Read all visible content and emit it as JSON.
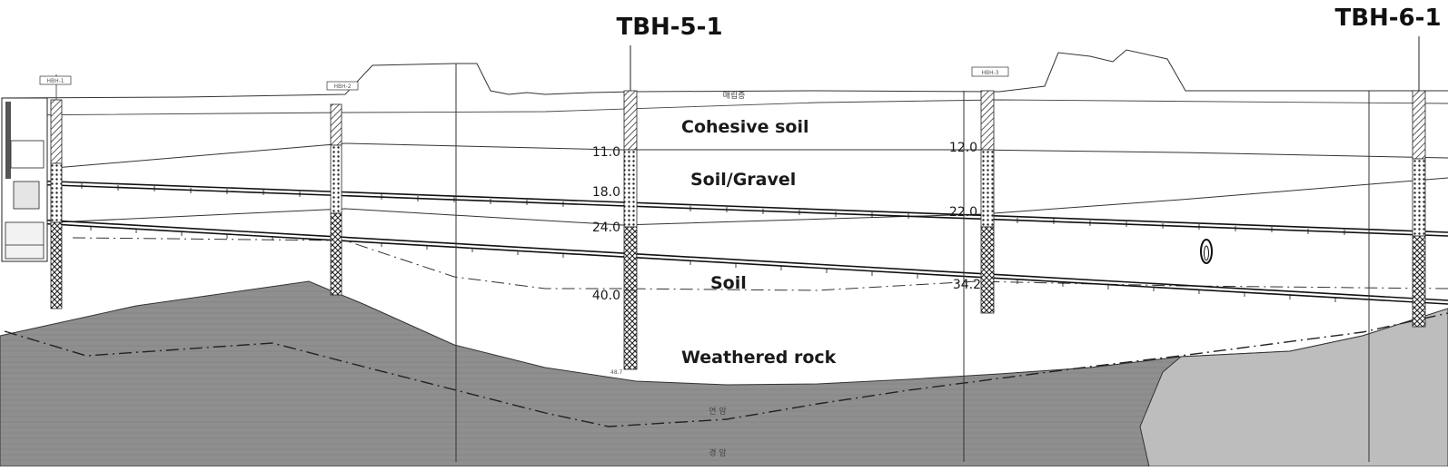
{
  "borehole_titles": {
    "tbh51": "TBH-5-1",
    "tbh61": "TBH-6-1"
  },
  "small_tags": {
    "hbh1": "HBH-1",
    "hbh2": "HBH-2",
    "hbh3": "HBH-3"
  },
  "zones": {
    "cohesive": "Cohesive soil",
    "soil_gravel": "Soil/Gravel",
    "soil": "Soil",
    "weathered_rock": "Weathered rock"
  },
  "depths": {
    "d11": "11.0",
    "d18": "18.0",
    "d24": "24.0",
    "d40": "40.0",
    "d12": "12.0",
    "d22": "22.0",
    "d342": "34.2",
    "d487": "48.7"
  },
  "korean_labels": {
    "fill": "매립층",
    "soft_rock": "연 암",
    "hard_rock": "경 암"
  },
  "colors": {
    "rock": "#8f8f8f",
    "rock_light": "#b8b8b8",
    "line": "#1e1e1e"
  }
}
